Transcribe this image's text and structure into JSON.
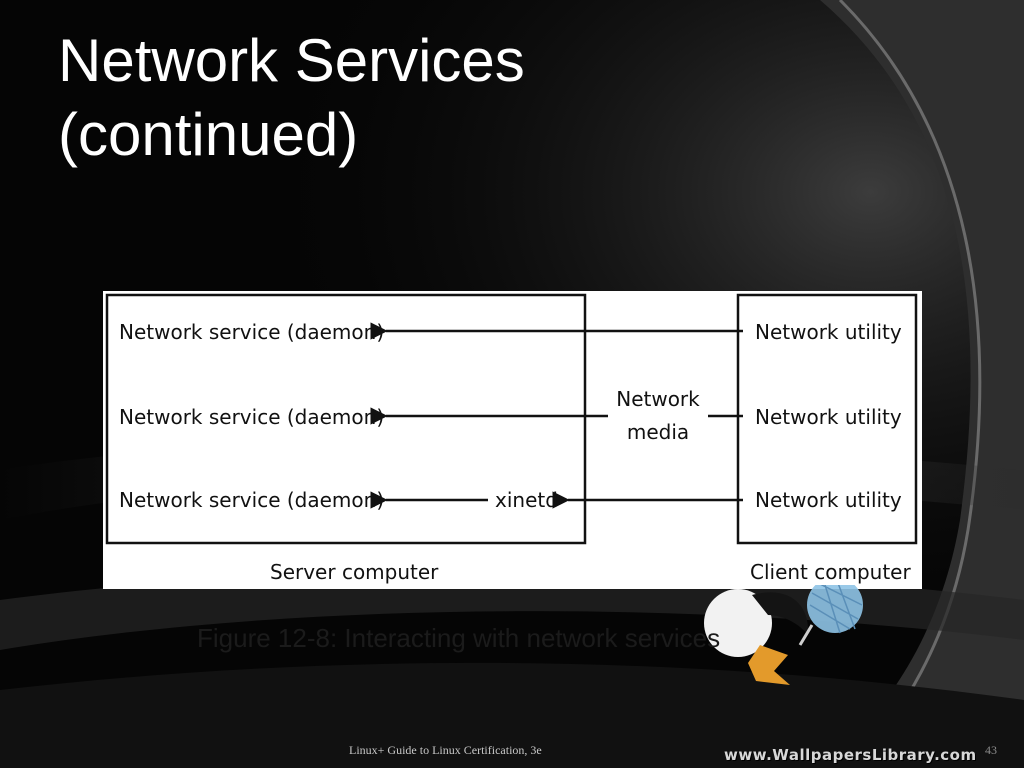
{
  "slide": {
    "title_lines": [
      "Network Services",
      "(continued)"
    ],
    "caption": "Figure 12-8: Interacting with network services",
    "footer": "Linux+ Guide to Linux Certification, 3e",
    "slide_number": "43",
    "watermark": "www.WallpapersLibrary.com"
  },
  "diagram": {
    "server_label": "Server computer",
    "client_label": "Client computer",
    "service_labels": [
      "Network service (daemon)",
      "Network service (daemon)",
      "Network service (daemon)"
    ],
    "utility_labels": [
      "Network utility",
      "Network utility",
      "Network utility"
    ],
    "media_label_lines": [
      "Network",
      "media"
    ],
    "xinetd_label": "xinetd"
  },
  "colors": {
    "background": "#050505",
    "title": "#ffffff",
    "diagram_line": "#111111"
  }
}
